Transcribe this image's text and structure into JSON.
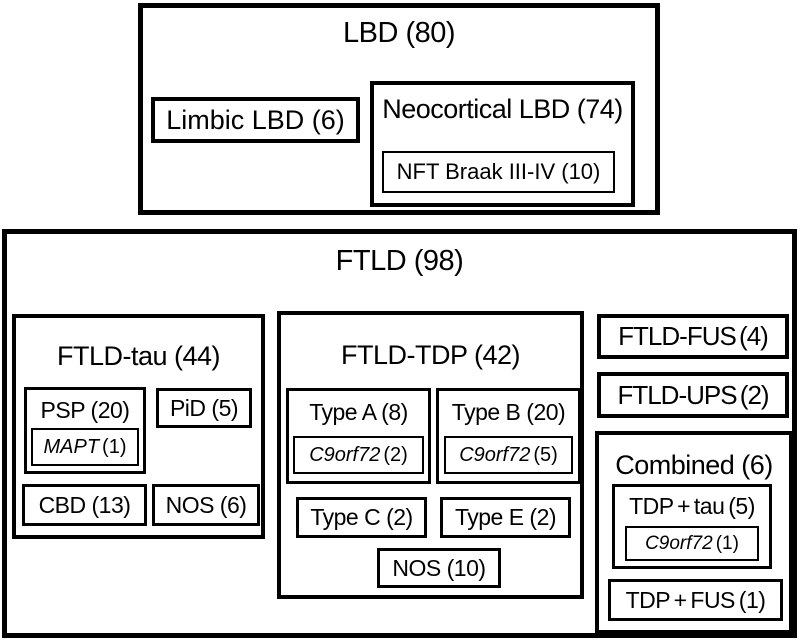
{
  "figure": {
    "lbd": {
      "title": "LBD (80)",
      "limbic": "Limbic LBD (6)",
      "neocortical": {
        "title": "Neocortical LBD (74)",
        "nft": "NFT Braak III-IV (10)"
      }
    },
    "ftld": {
      "title": "FTLD (98)",
      "tau": {
        "title": "FTLD-tau (44)",
        "psp": "PSP (20)",
        "mapt": {
          "gene": "MAPT",
          "count": "(1)"
        },
        "pid": "PiD (5)",
        "cbd": "CBD (13)",
        "nos": "NOS (6)"
      },
      "tdp": {
        "title": "FTLD-TDP (42)",
        "type_a": "Type A (8)",
        "type_a_c9": {
          "gene": "C9orf72",
          "count": "(2)"
        },
        "type_b": "Type B (20)",
        "type_b_c9": {
          "gene": "C9orf72",
          "count": "(5)"
        },
        "type_c": "Type C (2)",
        "type_e": "Type E (2)",
        "nos": "NOS (10)"
      },
      "fus": "FTLD-FUS (4)",
      "ups": "FTLD-UPS (2)",
      "combined": {
        "title": "Combined (6)",
        "tdp_tau": "TDP + tau (5)",
        "c9": {
          "gene": "C9orf72",
          "count": "(1)"
        },
        "tdp_fus": "TDP + FUS (1)"
      }
    },
    "colors": {
      "border": "#000000",
      "background": "#ffffff",
      "text": "#000000"
    }
  }
}
